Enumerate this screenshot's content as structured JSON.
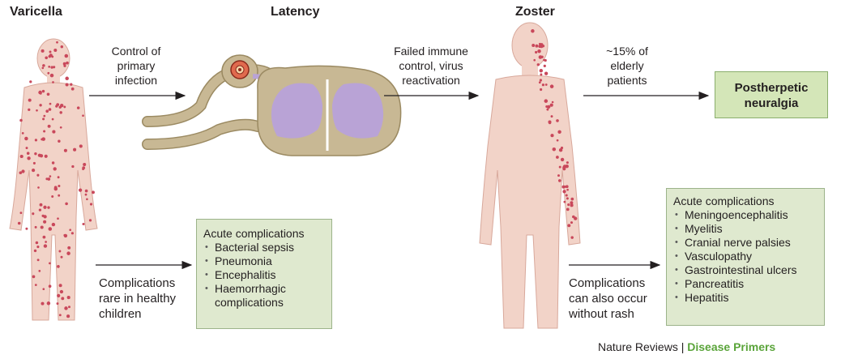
{
  "colors": {
    "skin": "#f2d3c8",
    "skin_outline": "#d8a89b",
    "rash": "#c9485b",
    "nerve": "#c8b894",
    "nerve_outline": "#9b8a62",
    "grey_matter": "#b9a3d6",
    "box_fill": "#dfe9cf",
    "box_border": "#9cb38a",
    "accent_green": "#5aa43a",
    "text": "#231f20"
  },
  "headings": {
    "varicella": "Varicella",
    "latency": "Latency",
    "zoster": "Zoster"
  },
  "arrows": {
    "control": "Control of primary infection",
    "control_lines": [
      "Control of",
      "primary",
      "infection"
    ],
    "failed_lines": [
      "Failed immune",
      "control, virus",
      "reactivation"
    ],
    "elderly_lines": [
      "~15% of",
      "elderly",
      "patients"
    ]
  },
  "phn_box": {
    "lines": [
      "Postherpetic",
      "neuralgia"
    ]
  },
  "varicella_complications": {
    "note_lines": [
      "Complications",
      "rare in healthy",
      "children"
    ],
    "title": "Acute complications",
    "items": [
      "Bacterial sepsis",
      "Pneumonia",
      "Encephalitis",
      "Haemorrhagic"
    ],
    "items_cont": "complications"
  },
  "zoster_complications": {
    "note_lines": [
      "Complications",
      "can also occur",
      "without rash"
    ],
    "title": "Acute complications",
    "items": [
      "Meningoencephalitis",
      "Myelitis",
      "Cranial nerve palsies",
      "Vasculopathy",
      "Gastrointestinal ulcers",
      "Pancreatitis",
      "Hepatitis"
    ]
  },
  "footer": {
    "journal": "Nature Reviews",
    "separator": "|",
    "section": "Disease Primers"
  }
}
